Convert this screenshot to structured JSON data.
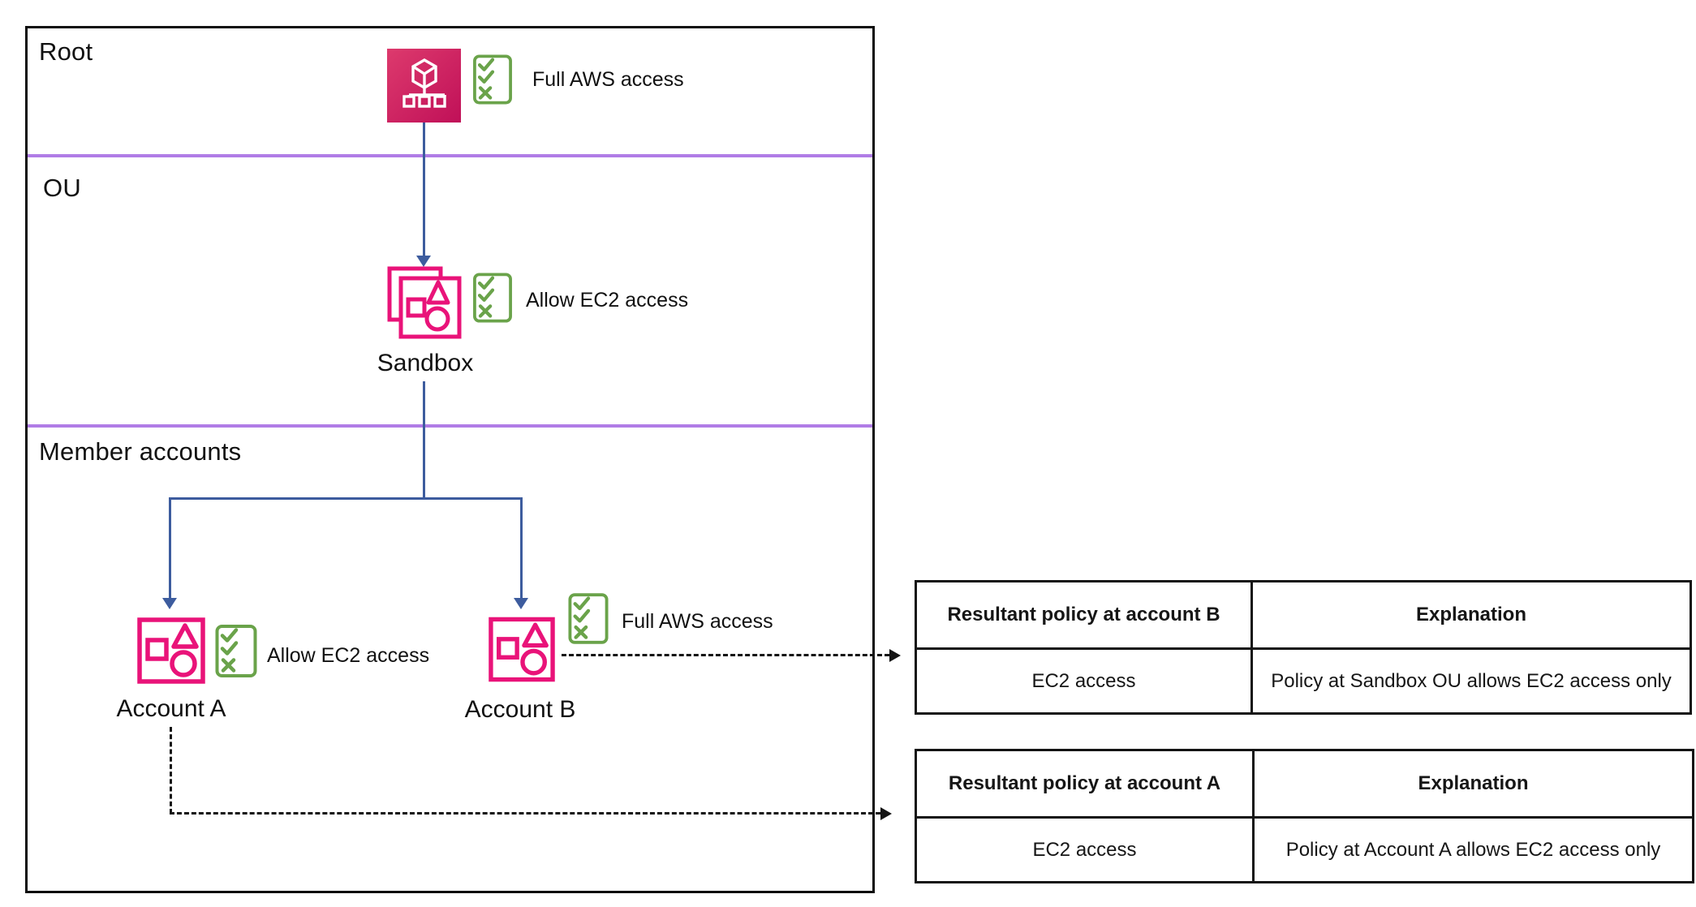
{
  "diagram": {
    "sections": {
      "root_label": "Root",
      "ou_label": "OU",
      "member_label": "Member accounts"
    },
    "nodes": {
      "root": {
        "policy": "Full AWS access"
      },
      "sandbox_ou": {
        "label": "Sandbox",
        "policy": "Allow EC2 access"
      },
      "account_a": {
        "label": "Account A",
        "policy": "Allow EC2 access"
      },
      "account_b": {
        "label": "Account B",
        "policy": "Full AWS access"
      }
    },
    "icons": {
      "root": "aws-organizations-icon",
      "ou": "organizational-unit-icon",
      "account": "aws-account-icon",
      "policy": "policy-checklist-icon"
    },
    "colors": {
      "pink": "#e91379",
      "pink_gradient_start": "#dd3a6d",
      "pink_gradient_end": "#c01058",
      "green": "#6aa34a",
      "blue": "#3d5c9e",
      "purple": "#b07ce6",
      "line_black": "#141414"
    }
  },
  "tables": {
    "account_b": {
      "headers": [
        "Resultant policy at account B",
        "Explanation"
      ],
      "row": [
        "EC2 access",
        "Policy at Sandbox OU allows EC2 access only"
      ]
    },
    "account_a": {
      "headers": [
        "Resultant policy at account A",
        "Explanation"
      ],
      "row": [
        "EC2 access",
        "Policy at Account A allows EC2 access only"
      ]
    }
  }
}
